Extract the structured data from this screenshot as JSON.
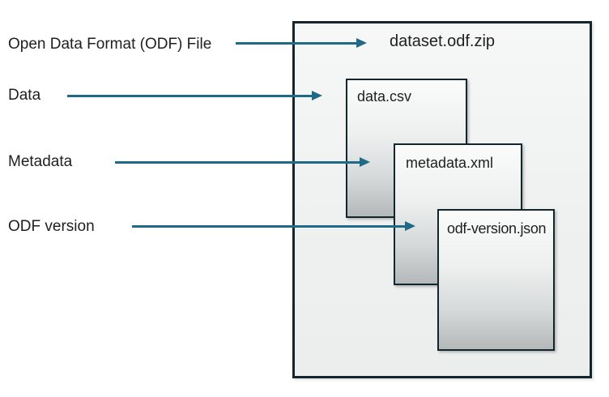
{
  "labels": {
    "odf_file": "Open Data Format (ODF) File",
    "data": "Data",
    "metadata": "Metadata",
    "odf_version": "ODF version"
  },
  "archive": {
    "name": "dataset.odf.zip",
    "files": [
      {
        "name": "data.csv"
      },
      {
        "name": "metadata.xml"
      },
      {
        "name": "odf-version.json"
      }
    ]
  },
  "colors": {
    "arrow": "#1e6a87",
    "box_border": "#13262e",
    "text": "#1f1f1f",
    "file_box_gradient_top": "#fafbfb",
    "file_box_gradient_bottom": "#b4b8b9",
    "archive_box_fill": "#eff1f1"
  }
}
